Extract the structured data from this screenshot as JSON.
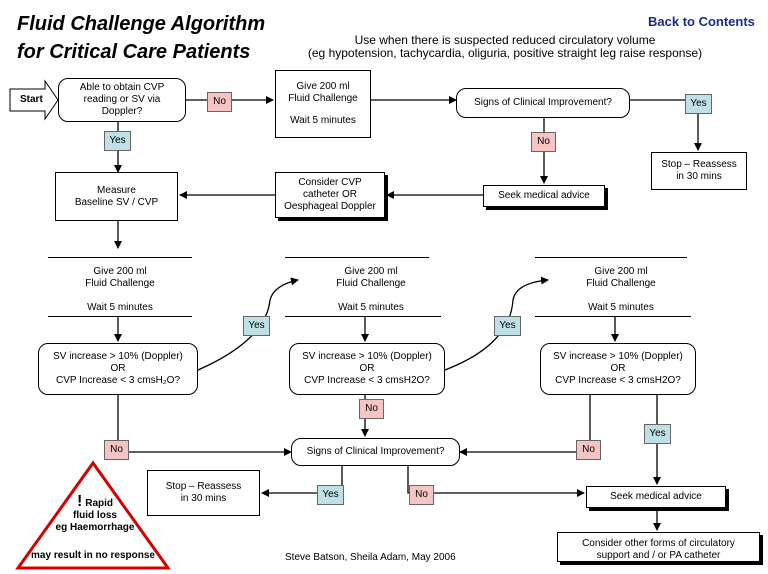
{
  "title": {
    "line1": "Fluid Challenge Algorithm",
    "line2": "for Critical Care Patients"
  },
  "back_link": "Back to Contents",
  "subtitle": {
    "line1": "Use when there is suspected reduced circulatory volume",
    "line2": "(eg hypotension, tachycardia, oliguria, positive straight leg raise response)"
  },
  "start_label": "Start",
  "nodes": {
    "able": [
      "Able to obtain CVP",
      "reading or SV via",
      "Doppler?"
    ],
    "give_top": [
      "Give 200 ml",
      "Fluid Challenge",
      "",
      "Wait 5 minutes"
    ],
    "signs_top": "Signs of Clinical Improvement?",
    "stop_top": [
      "Stop – Reassess",
      "in 30 mins"
    ],
    "seek_top": "Seek medical advice",
    "consider_cvp": [
      "Consider CVP",
      "catheter OR",
      "Oesphageal Doppler"
    ],
    "measure": [
      "Measure",
      "Baseline SV / CVP"
    ],
    "give_col": [
      "Give 200 ml",
      "Fluid Challenge",
      "",
      "Wait 5 minutes"
    ],
    "sv_col1": [
      "SV increase > 10% (Doppler)",
      "OR",
      "CVP Increase < 3 cmsH₂O?"
    ],
    "sv_col2": [
      "SV increase > 10% (Doppler)",
      "OR",
      "CVP Increase < 3 cmsH2O?"
    ],
    "sv_col3": [
      "SV increase > 10% (Doppler)",
      "OR",
      "CVP Increase < 3 cmsH2O?"
    ],
    "signs_bottom": "Signs of Clinical Improvement?",
    "stop_bottom": [
      "Stop – Reassess",
      "in 30 mins"
    ],
    "seek_bottom": "Seek medical advice",
    "consider_other": [
      "Consider other forms of circulatory",
      "support and / or PA catheter"
    ]
  },
  "yes_label": "Yes",
  "no_label": "No",
  "warning": {
    "exclaim": "!",
    "line1": "Rapid",
    "line2": "fluid loss",
    "line3": "eg Haemorrhage",
    "line4": "may result in no response"
  },
  "credits": "Steve Batson, Sheila Adam, May 2006",
  "colors": {
    "yes_tag": "#bfe1e6",
    "no_tag": "#f7c4c4",
    "warning_border": "#d40000",
    "link": "#1a2a8a"
  }
}
